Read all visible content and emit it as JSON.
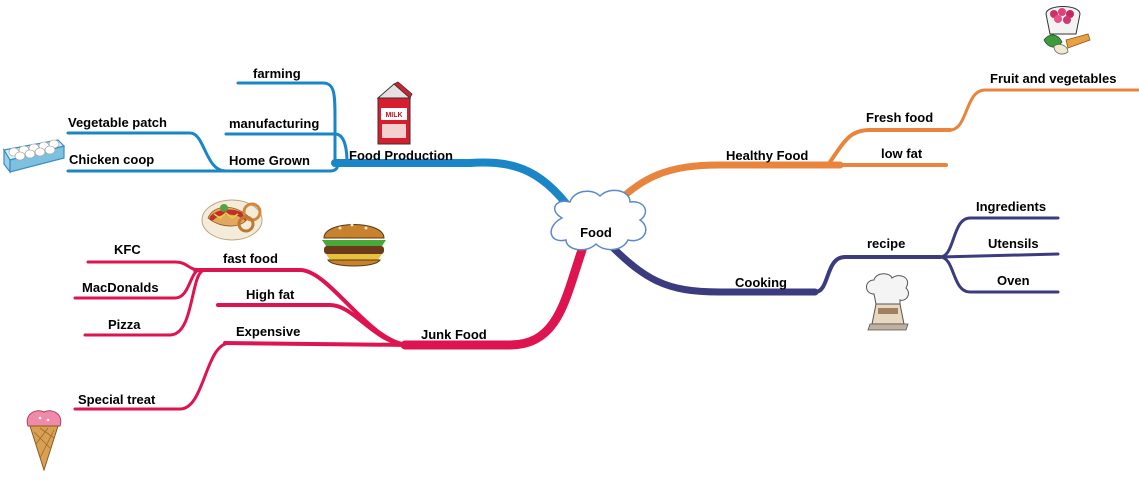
{
  "center": {
    "label": "Food"
  },
  "branches": {
    "food_production": {
      "label": "Food Production",
      "color": "#1a86c8",
      "children": [
        "farming",
        "manufacturing",
        "Home Grown"
      ],
      "home_grown_children": [
        "Vegetable patch",
        "Chicken coop"
      ]
    },
    "healthy_food": {
      "label": "Healthy Food",
      "color": "#e8843c",
      "children": [
        "Fresh food",
        "low fat"
      ],
      "fresh_food_children": [
        "Fruit and vegetables"
      ]
    },
    "cooking": {
      "label": "Cooking",
      "color": "#3b3b80",
      "children": [
        "recipe"
      ],
      "recipe_children": [
        "Ingredients",
        "Utensils",
        "Oven"
      ]
    },
    "junk_food": {
      "label": "Junk Food",
      "color": "#dd1450",
      "children": [
        "fast food",
        "High fat",
        "Expensive"
      ],
      "fast_food_children": [
        "KFC",
        "MacDonalds",
        "Pizza"
      ],
      "expensive_children": [
        "Special treat"
      ]
    }
  },
  "icons": [
    "milk-carton-icon",
    "egg-carton-icon",
    "fruit-basket-icon",
    "hotdog-plate-icon",
    "hamburger-icon",
    "chef-hat-icon",
    "ice-cream-cone-icon"
  ],
  "icon_text": {
    "milk_carton": "MILK"
  }
}
